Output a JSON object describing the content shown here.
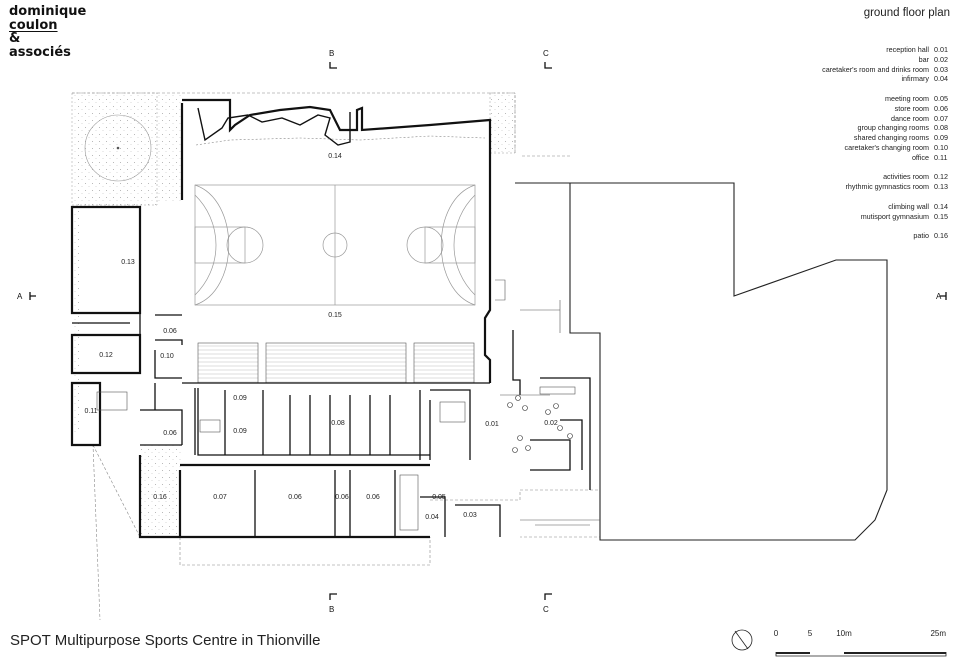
{
  "logo": {
    "line1": "dominique",
    "line2": "coulon",
    "line3": "&",
    "line4": "associés"
  },
  "plan_title": "ground floor plan",
  "project_title": "SPOT Multipurpose Sports Centre in Thionville",
  "legend": {
    "groups": [
      [
        {
          "name": "reception hall",
          "code": "0.01"
        },
        {
          "name": "bar",
          "code": "0.02"
        },
        {
          "name": "caretaker's room and drinks room",
          "code": "0.03"
        },
        {
          "name": "infirmary",
          "code": "0.04"
        }
      ],
      [
        {
          "name": "meeting room",
          "code": "0.05"
        },
        {
          "name": "store room",
          "code": "0.06"
        },
        {
          "name": "dance room",
          "code": "0.07"
        },
        {
          "name": "group changing rooms",
          "code": "0.08"
        },
        {
          "name": "shared changing rooms",
          "code": "0.09"
        },
        {
          "name": "caretaker's changing room",
          "code": "0.10"
        },
        {
          "name": "office",
          "code": "0.11"
        }
      ],
      [
        {
          "name": "activities room",
          "code": "0.12"
        },
        {
          "name": "rhythmic gymnastics room",
          "code": "0.13"
        }
      ],
      [
        {
          "name": "climbing wall",
          "code": "0.14"
        },
        {
          "name": "mutisport gymnasium",
          "code": "0.15"
        }
      ],
      [
        {
          "name": "patio",
          "code": "0.16"
        }
      ]
    ]
  },
  "section_marks": {
    "a": "A",
    "b": "B",
    "c": "C"
  },
  "room_labels": {
    "r014": "0.14",
    "r015": "0.15",
    "r013": "0.13",
    "r012": "0.12",
    "r006a": "0.06",
    "r010": "0.10",
    "r011": "0.11",
    "r006b": "0.06",
    "r009a": "0.09",
    "r009b": "0.09",
    "r008": "0.08",
    "r001": "0.01",
    "r002": "0.02",
    "r016": "0.16",
    "r007": "0.07",
    "r006c": "0.06",
    "r006d": "0.06",
    "r006e": "0.06",
    "r005": "0.05",
    "r004": "0.04",
    "r003": "0.03"
  },
  "scale_bar": {
    "t0": "0",
    "t5": "5",
    "t10": "10m",
    "t25": "25m"
  }
}
